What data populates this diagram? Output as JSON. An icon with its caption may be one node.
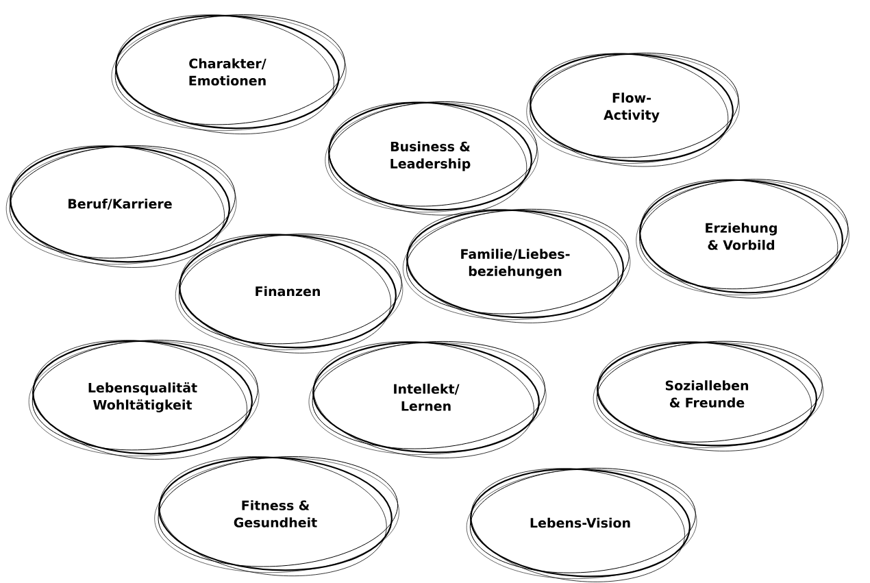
{
  "diagram": {
    "nodes": [
      {
        "text": [
          "Charakter/ Emotionen"
        ]
      },
      {
        "text": [
          "Flow- Activity"
        ]
      },
      {
        "text": [
          "Business & Leadership"
        ]
      },
      {
        "text": [
          "Beruf/Karriere"
        ]
      },
      {
        "text": [
          "Erziehung & Vorbild"
        ]
      },
      {
        "text": [
          "Familie/Liebes- beziehungen"
        ]
      },
      {
        "text": [
          "Finanzen"
        ]
      },
      {
        "text": [
          "Lebensqualität Wohltätigkeit"
        ]
      },
      {
        "text": [
          "Intellekt/ Lernen"
        ]
      },
      {
        "text": [
          "Sozialleben & Freunde"
        ]
      },
      {
        "text": [
          "Fitness & Gesundheit"
        ]
      },
      {
        "text": [
          "Lebens-Vision"
        ]
      }
    ]
  }
}
